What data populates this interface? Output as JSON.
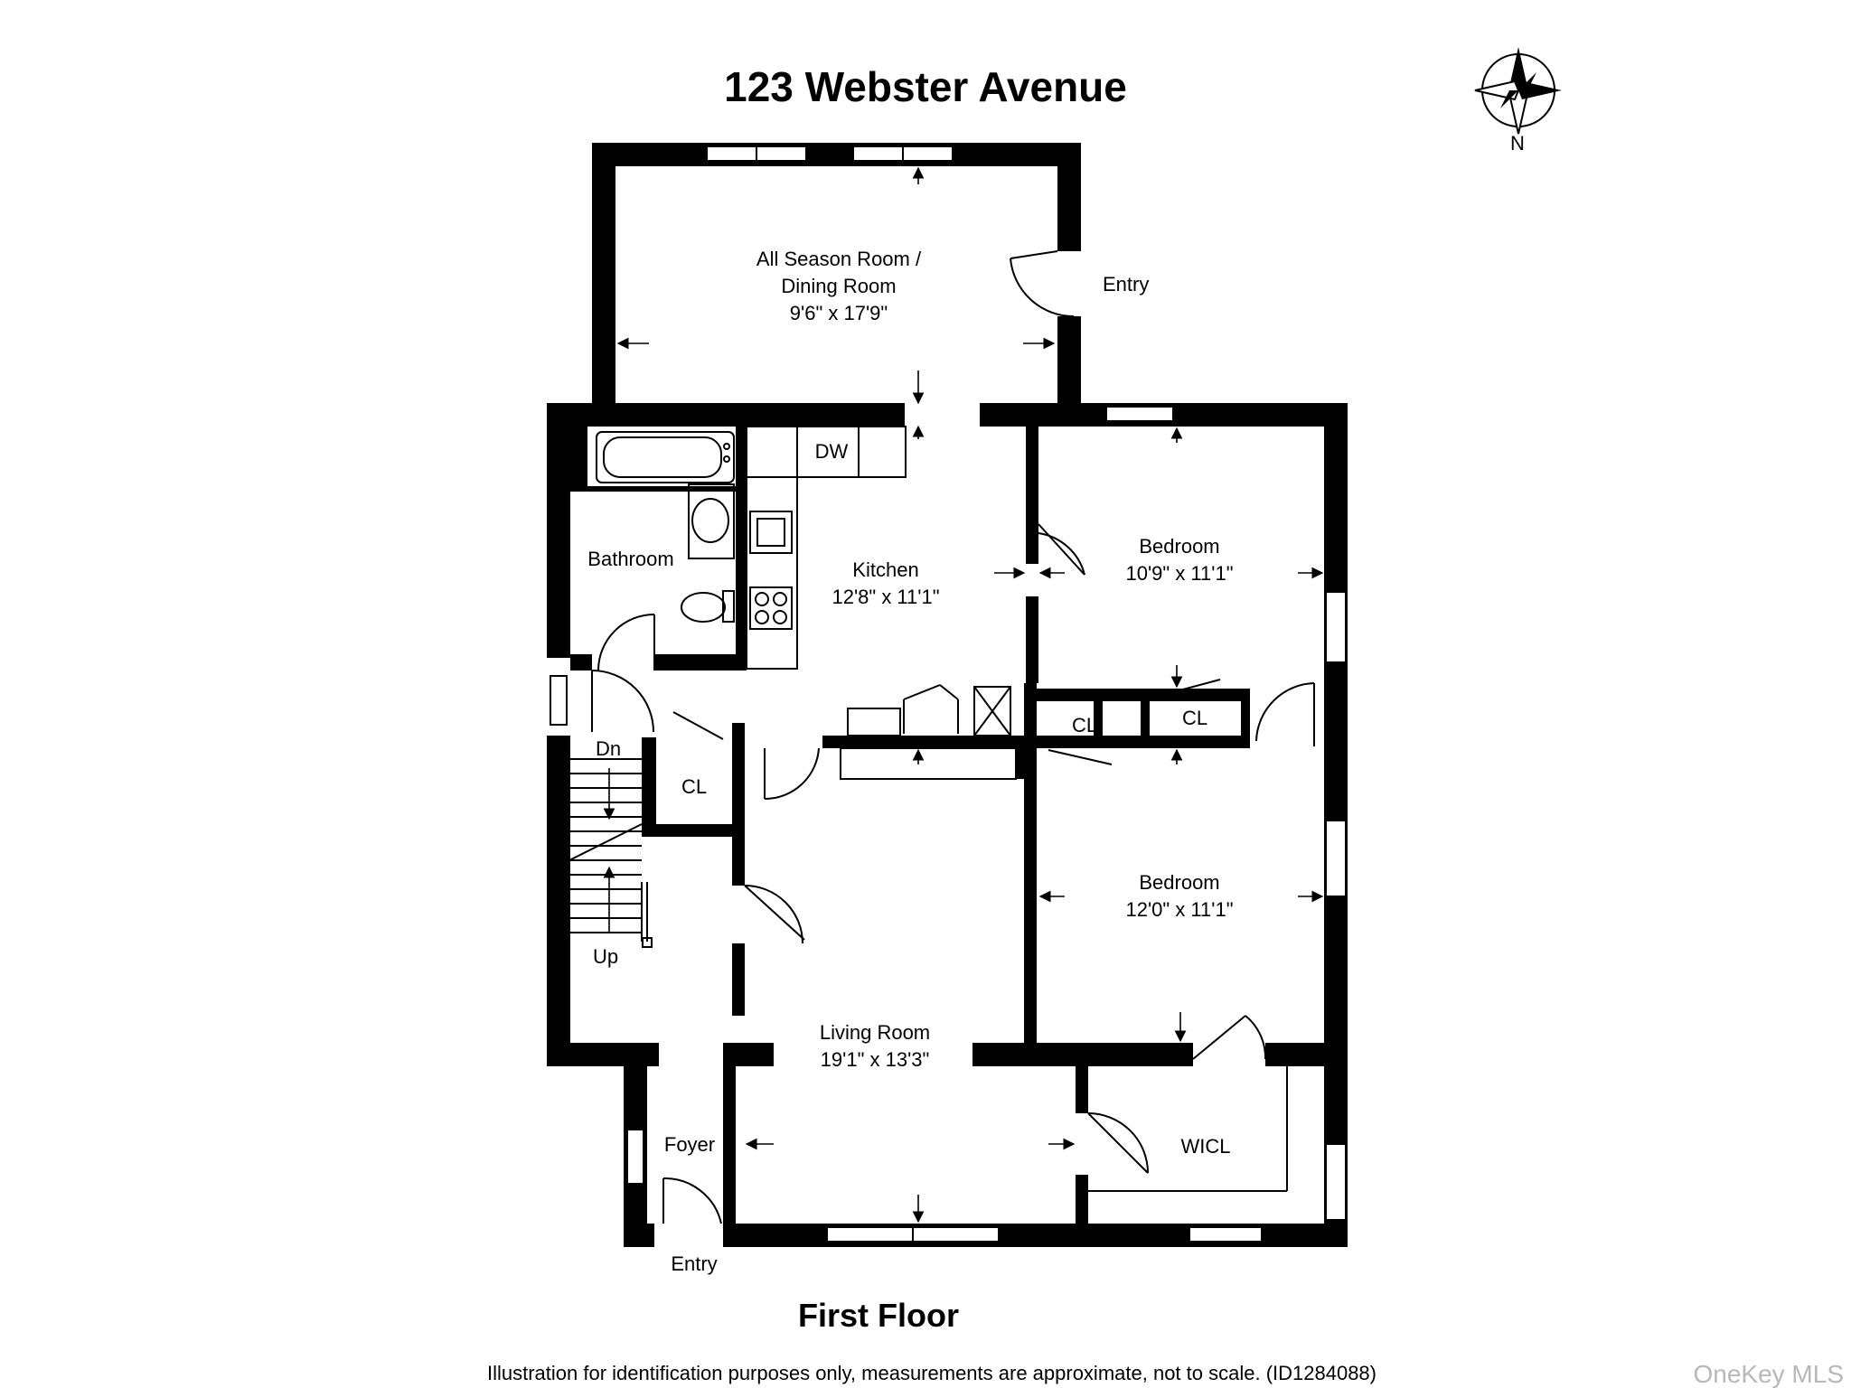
{
  "title": "123 Webster Avenue",
  "compass_label": "N",
  "floor_label": "First Floor",
  "footer": "Illustration for identification purposes only, measurements are approximate, not to scale. (ID1284088)",
  "watermark": "OneKey MLS",
  "rooms": {
    "all_season_name": "All Season Room /",
    "all_season_name2": "Dining Room",
    "all_season_dims": "9'6\" x 17'9\"",
    "kitchen_name": "Kitchen",
    "kitchen_dims": "12'8\" x 11'1\"",
    "bathroom_name": "Bathroom",
    "bedroom1_name": "Bedroom",
    "bedroom1_dims": "10'9\" x 11'1\"",
    "bedroom2_name": "Bedroom",
    "bedroom2_dims": "12'0\" x 11'1\"",
    "living_name": "Living Room",
    "living_dims": "19'1\" x 13'3\"",
    "foyer_name": "Foyer",
    "wicl_name": "WICL"
  },
  "labels": {
    "entry_top": "Entry",
    "entry_bottom": "Entry",
    "dw": "DW",
    "closet_hall": "CL",
    "closet_bed1": "CL",
    "closet_bed2": "CL",
    "stairs_down": "Dn",
    "stairs_up": "Up"
  }
}
